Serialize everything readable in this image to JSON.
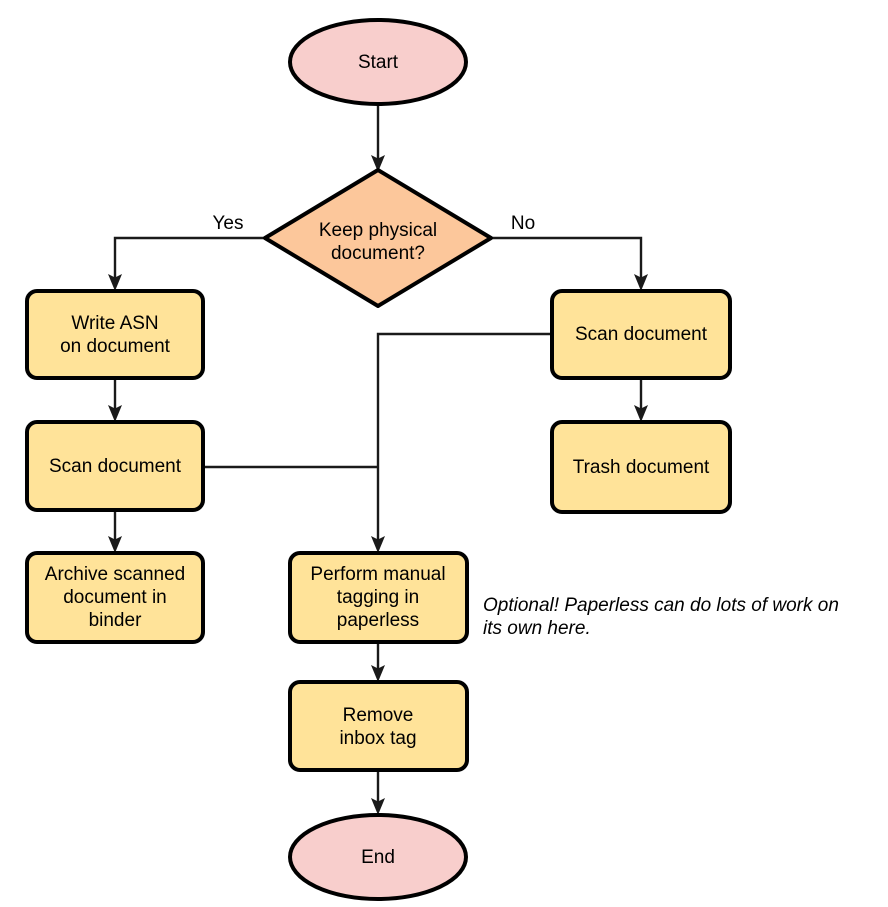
{
  "diagram": {
    "type": "flowchart",
    "orientation": "top-to-bottom",
    "colors": {
      "terminator_fill": "#f8cecc",
      "decision_fill": "#fcc79b",
      "process_fill": "#ffe399",
      "shape_stroke": "#000000",
      "edge_stroke": "#1a1a1a",
      "text": "#000000",
      "background": "#ffffff"
    },
    "nodes": {
      "start": {
        "label": "Start",
        "shape": "ellipse"
      },
      "decision": {
        "line1": "Keep physical",
        "line2": "document?",
        "shape": "diamond"
      },
      "write_asn": {
        "line1": "Write ASN",
        "line2": "on document",
        "shape": "process"
      },
      "scan_left": {
        "label": "Scan document",
        "shape": "process"
      },
      "archive": {
        "line1": "Archive scanned",
        "line2": "document in",
        "line3": "binder",
        "shape": "process"
      },
      "scan_right": {
        "label": "Scan document",
        "shape": "process"
      },
      "trash": {
        "label": "Trash document",
        "shape": "process"
      },
      "tagging": {
        "line1": "Perform manual",
        "line2": "tagging in",
        "line3": "paperless",
        "shape": "process"
      },
      "remove_inbox": {
        "line1": "Remove",
        "line2": "inbox tag",
        "shape": "process"
      },
      "end": {
        "label": "End",
        "shape": "ellipse"
      }
    },
    "edge_labels": {
      "yes": "Yes",
      "no": "No"
    },
    "annotation": {
      "line1": "Optional! Paperless can do lots of work on",
      "line2": "its own here."
    }
  }
}
